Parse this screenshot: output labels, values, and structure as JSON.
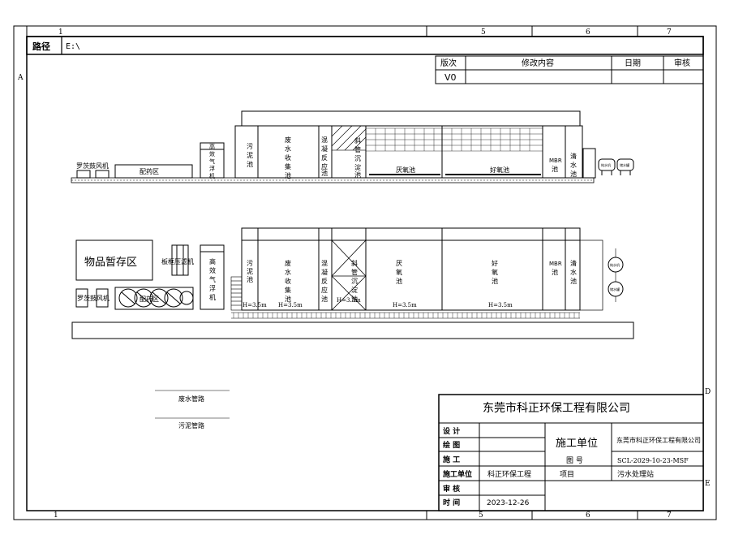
{
  "frame": {
    "col_numbers": [
      "1",
      "5",
      "6",
      "7"
    ],
    "row_letters": [
      "A",
      "D",
      "E"
    ]
  },
  "path_bar": {
    "label": "路径",
    "value": "E:\\"
  },
  "revision_table": {
    "headers": [
      "版次",
      "修改内容",
      "日期",
      "审核"
    ],
    "rows": [
      [
        "V0",
        "",
        "",
        ""
      ]
    ]
  },
  "elevation_view": {
    "left_labels": {
      "blower": "罗茨鼓风机",
      "dosing": "配药区",
      "daf": "高效气浮机"
    },
    "tanks": [
      "污泥池",
      "废水收集池",
      "混凝反应池",
      "斜管沉淀池",
      "厌氧池",
      "好氧池",
      "MBR池",
      "清水池"
    ],
    "right_tanks": [
      "纯水机",
      "储水罐"
    ]
  },
  "plan_view": {
    "storage": "物品暂存区",
    "filter_press": "板框压滤机",
    "blower": "罗茨鼓风机",
    "dosing": "配药区",
    "daf": "高效气浮机",
    "tanks": [
      "污泥池",
      "废水收集池",
      "混凝反应池",
      "斜管沉淀池",
      "厌氧池",
      "好氧池",
      "MBR池",
      "清水池"
    ],
    "heights": [
      "H=3.5m",
      "H=3.5m",
      "H=3.5m",
      "H=3.5m",
      "H=3.5m"
    ],
    "right_tanks": [
      "纯水机",
      "储水罐"
    ]
  },
  "legend": {
    "wastewater": "废水管路",
    "sludge": "污泥管路"
  },
  "title_block": {
    "company": "东莞市科正环保工程有限公司",
    "rows": [
      {
        "label": "设  计",
        "value": ""
      },
      {
        "label": "绘  图",
        "value": ""
      },
      {
        "label": "施  工",
        "value": ""
      },
      {
        "label": "施工单位",
        "value": "科正环保工程"
      },
      {
        "label": "审  核",
        "value": ""
      },
      {
        "label": "时  间",
        "value": "2023-12-26"
      }
    ],
    "unit_label": "施工单位",
    "unit_value": "东莞市科正环保工程有限公司",
    "drawing_no_label": "图  号",
    "drawing_no_value": "SCL-2029-10-23-MSF",
    "project_label": "项目",
    "project_value": "污水处理站"
  }
}
